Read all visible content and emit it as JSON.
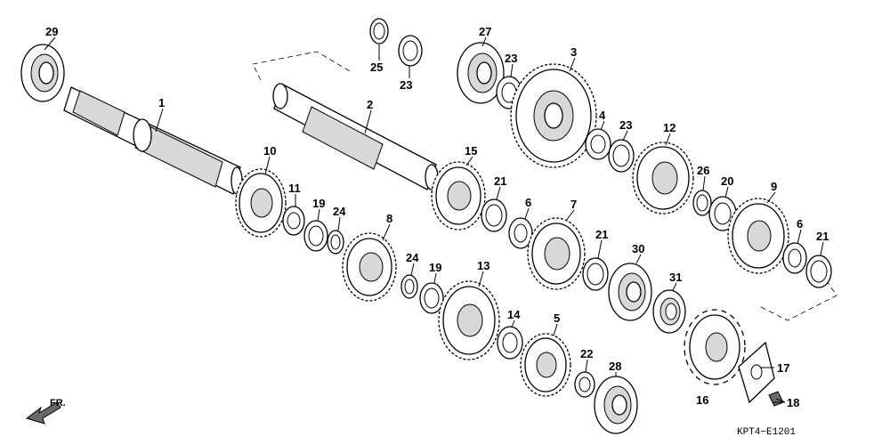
{
  "diagram": {
    "drawing_code": "KPT4−E1201",
    "direction_label": "FR.",
    "parts": [
      {
        "id": "p29",
        "label": "29",
        "kind": "bearing"
      },
      {
        "id": "p1",
        "label": "1",
        "kind": "shaft"
      },
      {
        "id": "p2",
        "label": "2",
        "kind": "shaft"
      },
      {
        "id": "p25",
        "label": "25",
        "kind": "clip"
      },
      {
        "id": "p23a",
        "label": "23",
        "kind": "washer"
      },
      {
        "id": "p27",
        "label": "27",
        "kind": "bearing"
      },
      {
        "id": "p23b",
        "label": "23",
        "kind": "washer"
      },
      {
        "id": "p3",
        "label": "3",
        "kind": "gear"
      },
      {
        "id": "p4",
        "label": "4",
        "kind": "bushing"
      },
      {
        "id": "p23c",
        "label": "23",
        "kind": "washer"
      },
      {
        "id": "p12",
        "label": "12",
        "kind": "gear"
      },
      {
        "id": "p26",
        "label": "26",
        "kind": "clip"
      },
      {
        "id": "p20",
        "label": "20",
        "kind": "washer"
      },
      {
        "id": "p9",
        "label": "9",
        "kind": "gear"
      },
      {
        "id": "p6b",
        "label": "6",
        "kind": "bushing"
      },
      {
        "id": "p21c",
        "label": "21",
        "kind": "washer"
      },
      {
        "id": "p10",
        "label": "10",
        "kind": "gear"
      },
      {
        "id": "p11",
        "label": "11",
        "kind": "bushing"
      },
      {
        "id": "p19a",
        "label": "19",
        "kind": "washer"
      },
      {
        "id": "p24a",
        "label": "24",
        "kind": "clip"
      },
      {
        "id": "p15",
        "label": "15",
        "kind": "gear"
      },
      {
        "id": "p21a",
        "label": "21",
        "kind": "washer"
      },
      {
        "id": "p6a",
        "label": "6",
        "kind": "bushing"
      },
      {
        "id": "p7",
        "label": "7",
        "kind": "gear"
      },
      {
        "id": "p21b",
        "label": "21",
        "kind": "washer"
      },
      {
        "id": "p8",
        "label": "8",
        "kind": "gear"
      },
      {
        "id": "p24b",
        "label": "24",
        "kind": "clip"
      },
      {
        "id": "p19b",
        "label": "19",
        "kind": "washer"
      },
      {
        "id": "p13",
        "label": "13",
        "kind": "gear"
      },
      {
        "id": "p14",
        "label": "14",
        "kind": "bushing"
      },
      {
        "id": "p5",
        "label": "5",
        "kind": "gear"
      },
      {
        "id": "p30",
        "label": "30",
        "kind": "bearing"
      },
      {
        "id": "p31",
        "label": "31",
        "kind": "seal"
      },
      {
        "id": "p22",
        "label": "22",
        "kind": "washer"
      },
      {
        "id": "p28",
        "label": "28",
        "kind": "bearing"
      },
      {
        "id": "p16",
        "label": "16",
        "kind": "sprocket"
      },
      {
        "id": "p17",
        "label": "17",
        "kind": "plate"
      },
      {
        "id": "p18",
        "label": "18",
        "kind": "bolt"
      }
    ]
  }
}
